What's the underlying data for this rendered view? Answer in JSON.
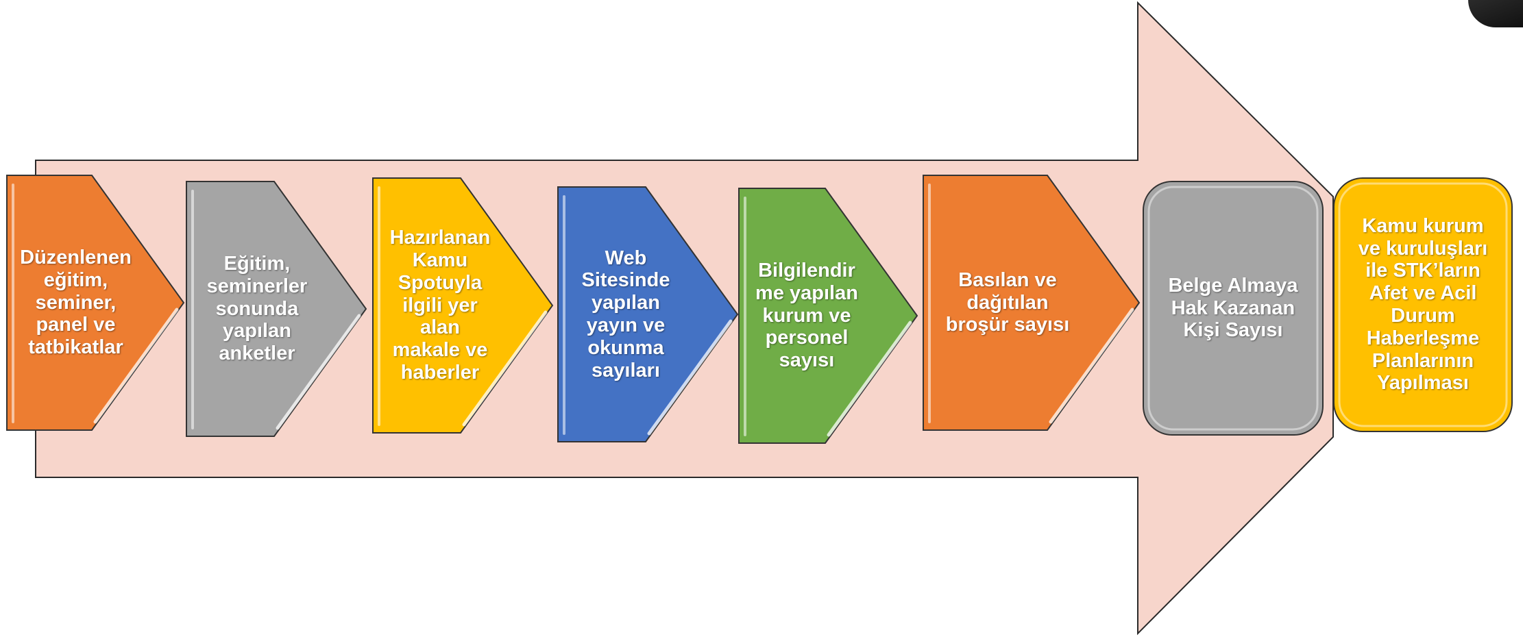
{
  "diagram": {
    "type": "process-arrow",
    "colors": {
      "background_arrow": "#f7d5cb",
      "background_arrow_stroke": "#2a2a2a",
      "step_stroke": "#333333",
      "highlight": "#ffffff"
    },
    "steps": [
      {
        "id": "step1",
        "shape": "pentagon",
        "color": "#ed7d31",
        "label": "Düzenlenen\neğitim,\nseminer,\npanel ve\ntatbikatlar"
      },
      {
        "id": "step2",
        "shape": "pentagon",
        "color": "#a5a5a5",
        "label": "Eğitim,\nseminerler\nsonunda\nyapılan\nanketler"
      },
      {
        "id": "step3",
        "shape": "pentagon",
        "color": "#ffc000",
        "label": "Hazırlanan\nKamu\nSpotuyla\nilgili  yer\nalan\nmakale ve\nhaberler"
      },
      {
        "id": "step4",
        "shape": "pentagon",
        "color": "#4472c4",
        "label": "Web\nSitesinde\nyapılan\nyayın ve\nokunma\nsayıları"
      },
      {
        "id": "step5",
        "shape": "pentagon",
        "color": "#70ad47",
        "label": "Bilgilendir\nme yapılan\nkurum ve\npersonel\nsayısı"
      },
      {
        "id": "step6",
        "shape": "pentagon",
        "color": "#ed7d31",
        "label": "Basılan ve\ndağıtılan\nbroşür sayısı"
      },
      {
        "id": "step7",
        "shape": "rounded",
        "color": "#a5a5a5",
        "label": "Belge Almaya\nHak Kazanan\nKişi Sayısı"
      },
      {
        "id": "step8",
        "shape": "rounded",
        "color": "#ffc000",
        "label": "Kamu kurum\nve kuruluşları\nile STK’ların\nAfet ve Acil\nDurum\nHaberleşme\nPlanlarının\nYapılması"
      }
    ]
  }
}
